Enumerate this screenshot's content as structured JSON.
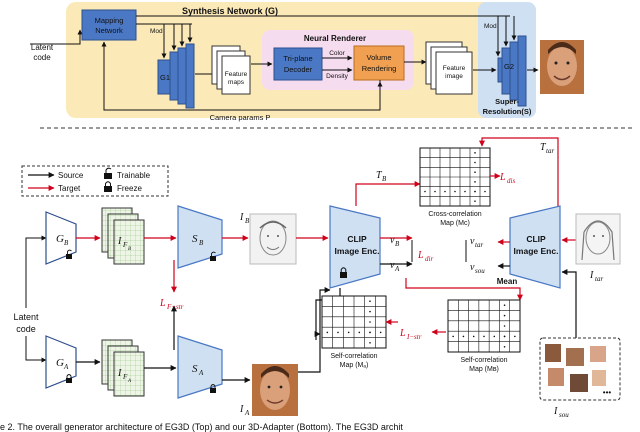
{
  "top": {
    "latent_code": [
      "Latent",
      "code"
    ],
    "mapping_network": [
      "Mapping",
      "Network"
    ],
    "synthesis_title": "Synthesis Network (G)",
    "mod1": "Mod",
    "g1": "G1",
    "feature_maps": [
      "Feature",
      "maps"
    ],
    "neural_renderer": "Neural Renderer",
    "triplane_decoder": [
      "Tri-plane",
      "Decoder"
    ],
    "color": "Color",
    "density": "Density",
    "volume_rendering": [
      "Volume",
      "Rendering"
    ],
    "feature_image": [
      "Feature",
      "image"
    ],
    "mod2": "Mod",
    "g2": "G2",
    "super_resolution": [
      "Super-",
      "Resolution(S)"
    ],
    "camera_params": "Camera params P"
  },
  "legend": {
    "source": "Source",
    "target": "Target",
    "trainable": "Trainable",
    "freeze": "Freeze"
  },
  "bottom": {
    "latent_code": [
      "Latent",
      "code"
    ],
    "g_b": "G",
    "g_b_sub": "B",
    "g_a": "G",
    "g_a_sub": "A",
    "i_fb": "I",
    "i_fb_sub": "F",
    "i_fb_subsub": "B",
    "i_fa": "I",
    "i_fa_sub": "F",
    "i_fa_subsub": "A",
    "s_b": "S",
    "s_b_sub": "B",
    "s_a": "S",
    "s_a_sub": "A",
    "i_b": "I",
    "i_b_sub": "B",
    "i_a": "I",
    "i_a_sub": "A",
    "l_fstr": "L",
    "l_fstr_sub": "F−str",
    "clip_left": [
      "CLIP",
      "Image Enc."
    ],
    "clip_right": [
      "CLIP",
      "Image Enc."
    ],
    "t_b": "T",
    "t_b_sub": "B",
    "t_tar": "T",
    "t_tar_sub": "tar",
    "l_dis": "L",
    "l_dis_sub": "dis",
    "cross_corr": [
      "Cross-correlation",
      "Map (Mᴄ)"
    ],
    "v_b": "v",
    "v_b_sub": "B",
    "v_a": "v",
    "v_a_sub": "A",
    "l_dir": "L",
    "l_dir_sub": "dir",
    "v_tar": "v",
    "v_tar_sub": "tar",
    "v_sou": "v",
    "v_sou_sub": "sou",
    "mean": "Mean",
    "i_tar": "I",
    "i_tar_sub": "tar",
    "l_istr": "L",
    "l_istr_sub": "I−str",
    "self_corr_a": [
      "Self-correlation",
      "Map (Mₐ)"
    ],
    "self_corr_b": [
      "Self-correlation",
      "Map (Mʙ)"
    ],
    "i_sou": "I",
    "i_sou_sub": "sou",
    "ellipsis": "•••"
  },
  "caption": "e 2. The overall generator architecture of EG3D (Top) and our 3D-Adapter (Bottom). The EG3D archit",
  "colors": {
    "synthesis_bg": "#fbe9b7",
    "renderer_bg": "#f6dcef",
    "sr_bg": "#cfe0f3",
    "blue_block": "#4a78c4",
    "orange_block": "#f0a050",
    "grid_block": "#e9f2df",
    "red": "#d0021b"
  }
}
